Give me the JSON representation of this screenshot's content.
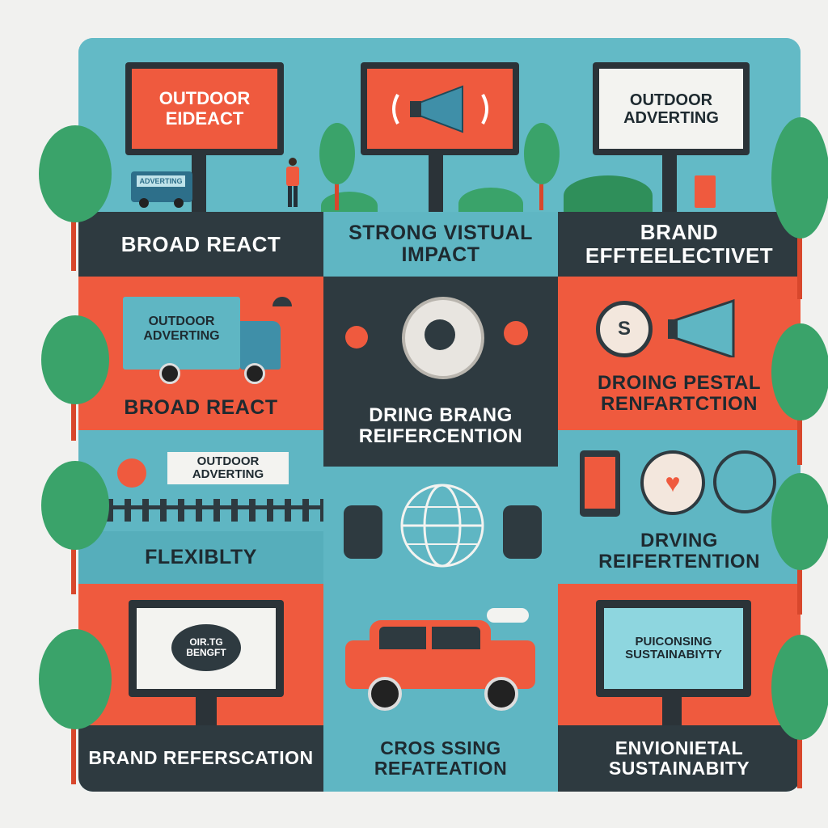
{
  "colors": {
    "teal": "#5fb6c3",
    "coral": "#ef5a3e",
    "dark": "#2e3a40",
    "tree": "#3aa36a"
  },
  "row1": {
    "billboard1": "OUTDOOR EIDEACT",
    "billboard3": "OUTDOOR ADVERTING",
    "van_sign": "ADVERTING",
    "cap1": "BROAD REACT",
    "cap2": "STRONG VISTUAL IMPACT",
    "cap3": "BRAND EFFTEELECTIVET"
  },
  "row2": {
    "truck_sign": "OUTDOOR ADVERTING",
    "cap1": "BROAD REACT",
    "cap2": "DRING BRANG REIFERCENTION",
    "cap3": "DROING PESTAL RENFARTCTION"
  },
  "row3": {
    "fence_sign": "OUTDOOR ADVERTING",
    "cap1": "FLEXIBLTY",
    "cap3": "DRVING REIFERTENTION"
  },
  "row4": {
    "billboard1": "OIR.TG BENGFT",
    "billboard3": "PUICONSING SUSTAINABIYTY",
    "cap1": "BRAND REFERSCATION",
    "cap2": "CROS SSING REFATEATION",
    "cap3": "ENVIONIETAL SUSTAINABITY"
  }
}
